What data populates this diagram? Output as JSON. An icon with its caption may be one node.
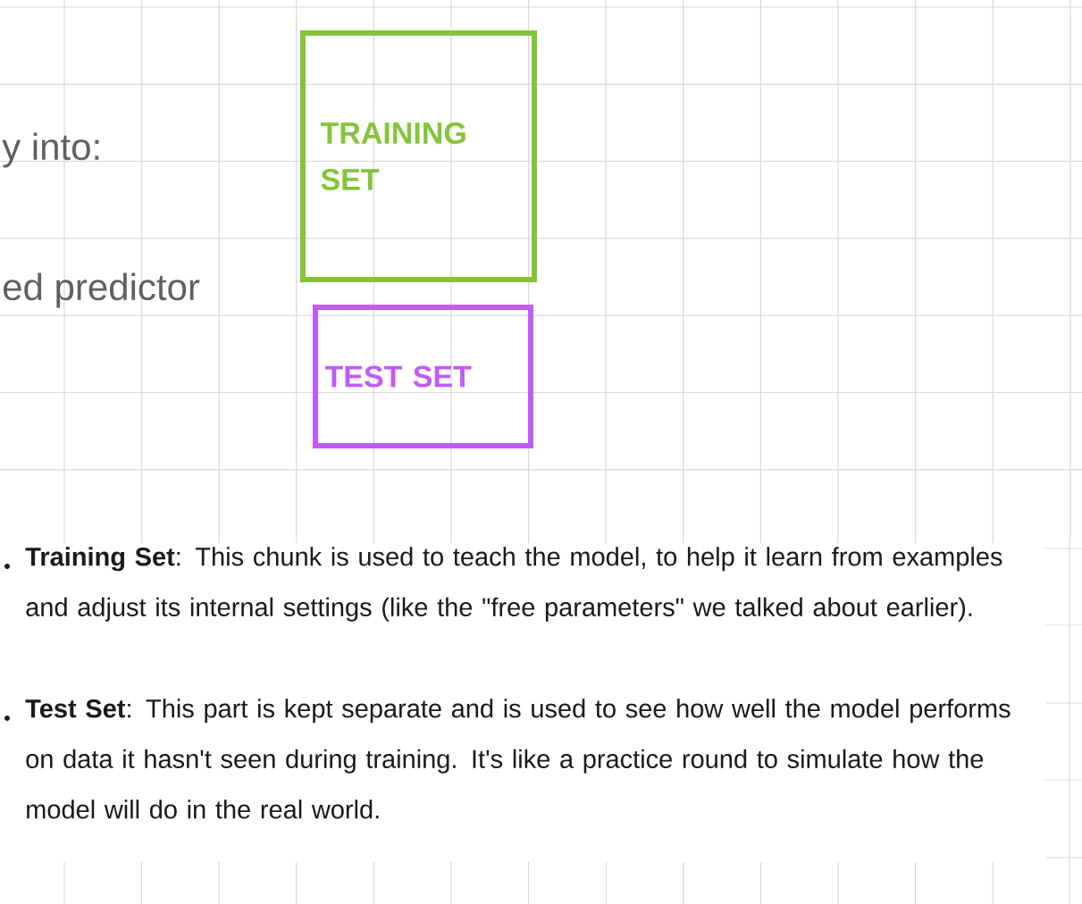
{
  "diagram": {
    "nodes": [
      {
        "text": [
          "TRAINING SET"
        ]
      },
      {
        "text": [
          "TEST SET"
        ]
      }
    ],
    "labels": [
      "y into:",
      "ed predictor",
      "**Training Set**: This chunk is used to teach the model, to help it learn from examples and adjust its internal settings (like the \"free parameters\" we talked about earlier).",
      "**Test Set**: This part is kept separate and is used to see how well the model performs on data it hasn't seen during training. It's like a practice round to simulate how the model will do in the real world."
    ]
  }
}
